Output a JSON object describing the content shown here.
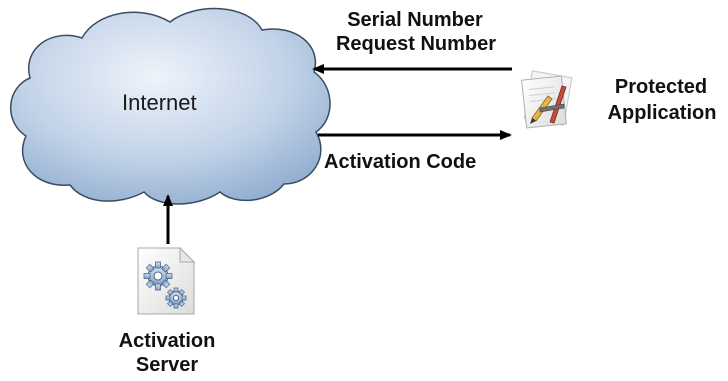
{
  "cloud": {
    "label": "Internet"
  },
  "flows": {
    "request_line1": "Serial Number",
    "request_line2": "Request Number",
    "response": "Activation Code"
  },
  "client": {
    "line1": "Protected",
    "line2": "Application",
    "icon": "app-document-icon"
  },
  "server": {
    "line1": "Activation",
    "line2": "Server",
    "icon": "gears-document-icon"
  },
  "colors": {
    "cloud_fill_light": "#e6eef8",
    "cloud_fill_dark": "#8fadd0",
    "cloud_stroke": "#3b4d63",
    "arrow": "#000000",
    "text": "#111111"
  }
}
